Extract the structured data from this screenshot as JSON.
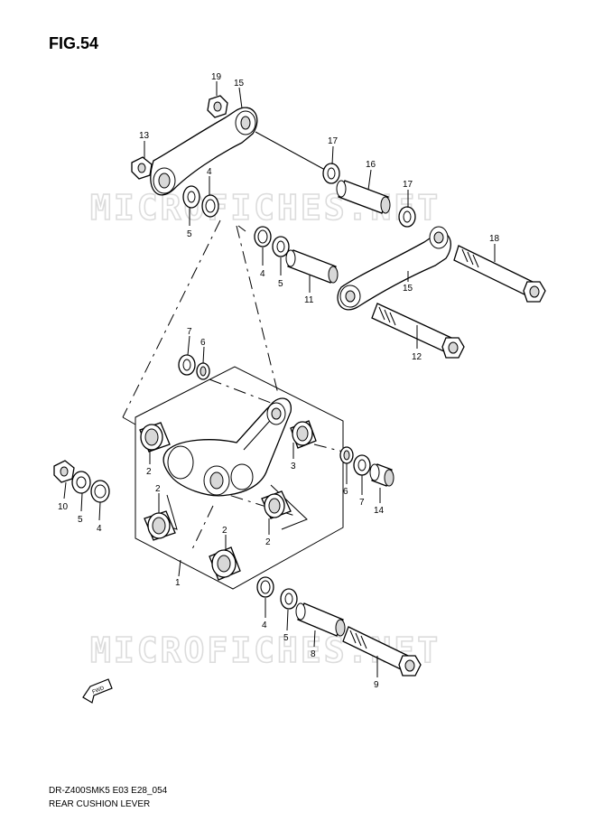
{
  "figure_title": "FIG.54",
  "footer": {
    "model_code": "DR-Z400SMK5 E03 E28_054",
    "caption": "REAR CUSHION LEVER"
  },
  "watermark": "MICROFICHES.NET",
  "fwd_label": "FWD",
  "callouts": {
    "c19": "19",
    "c15a": "15",
    "c13": "13",
    "c4a": "4",
    "c5a": "5",
    "c17a": "17",
    "c16": "16",
    "c17b": "17",
    "c4b": "4",
    "c5b": "5",
    "c11": "11",
    "c18": "18",
    "c15b": "15",
    "c12": "12",
    "c7a": "7",
    "c6a": "6",
    "c2a": "2",
    "c3": "3",
    "c10": "10",
    "c5c": "5",
    "c4c": "4",
    "c2b": "2",
    "c2c": "2",
    "c2d": "2",
    "c6b": "6",
    "c7b": "7",
    "c14": "14",
    "c1": "1",
    "c4d": "4",
    "c5d": "5",
    "c8": "8",
    "c9": "9"
  }
}
